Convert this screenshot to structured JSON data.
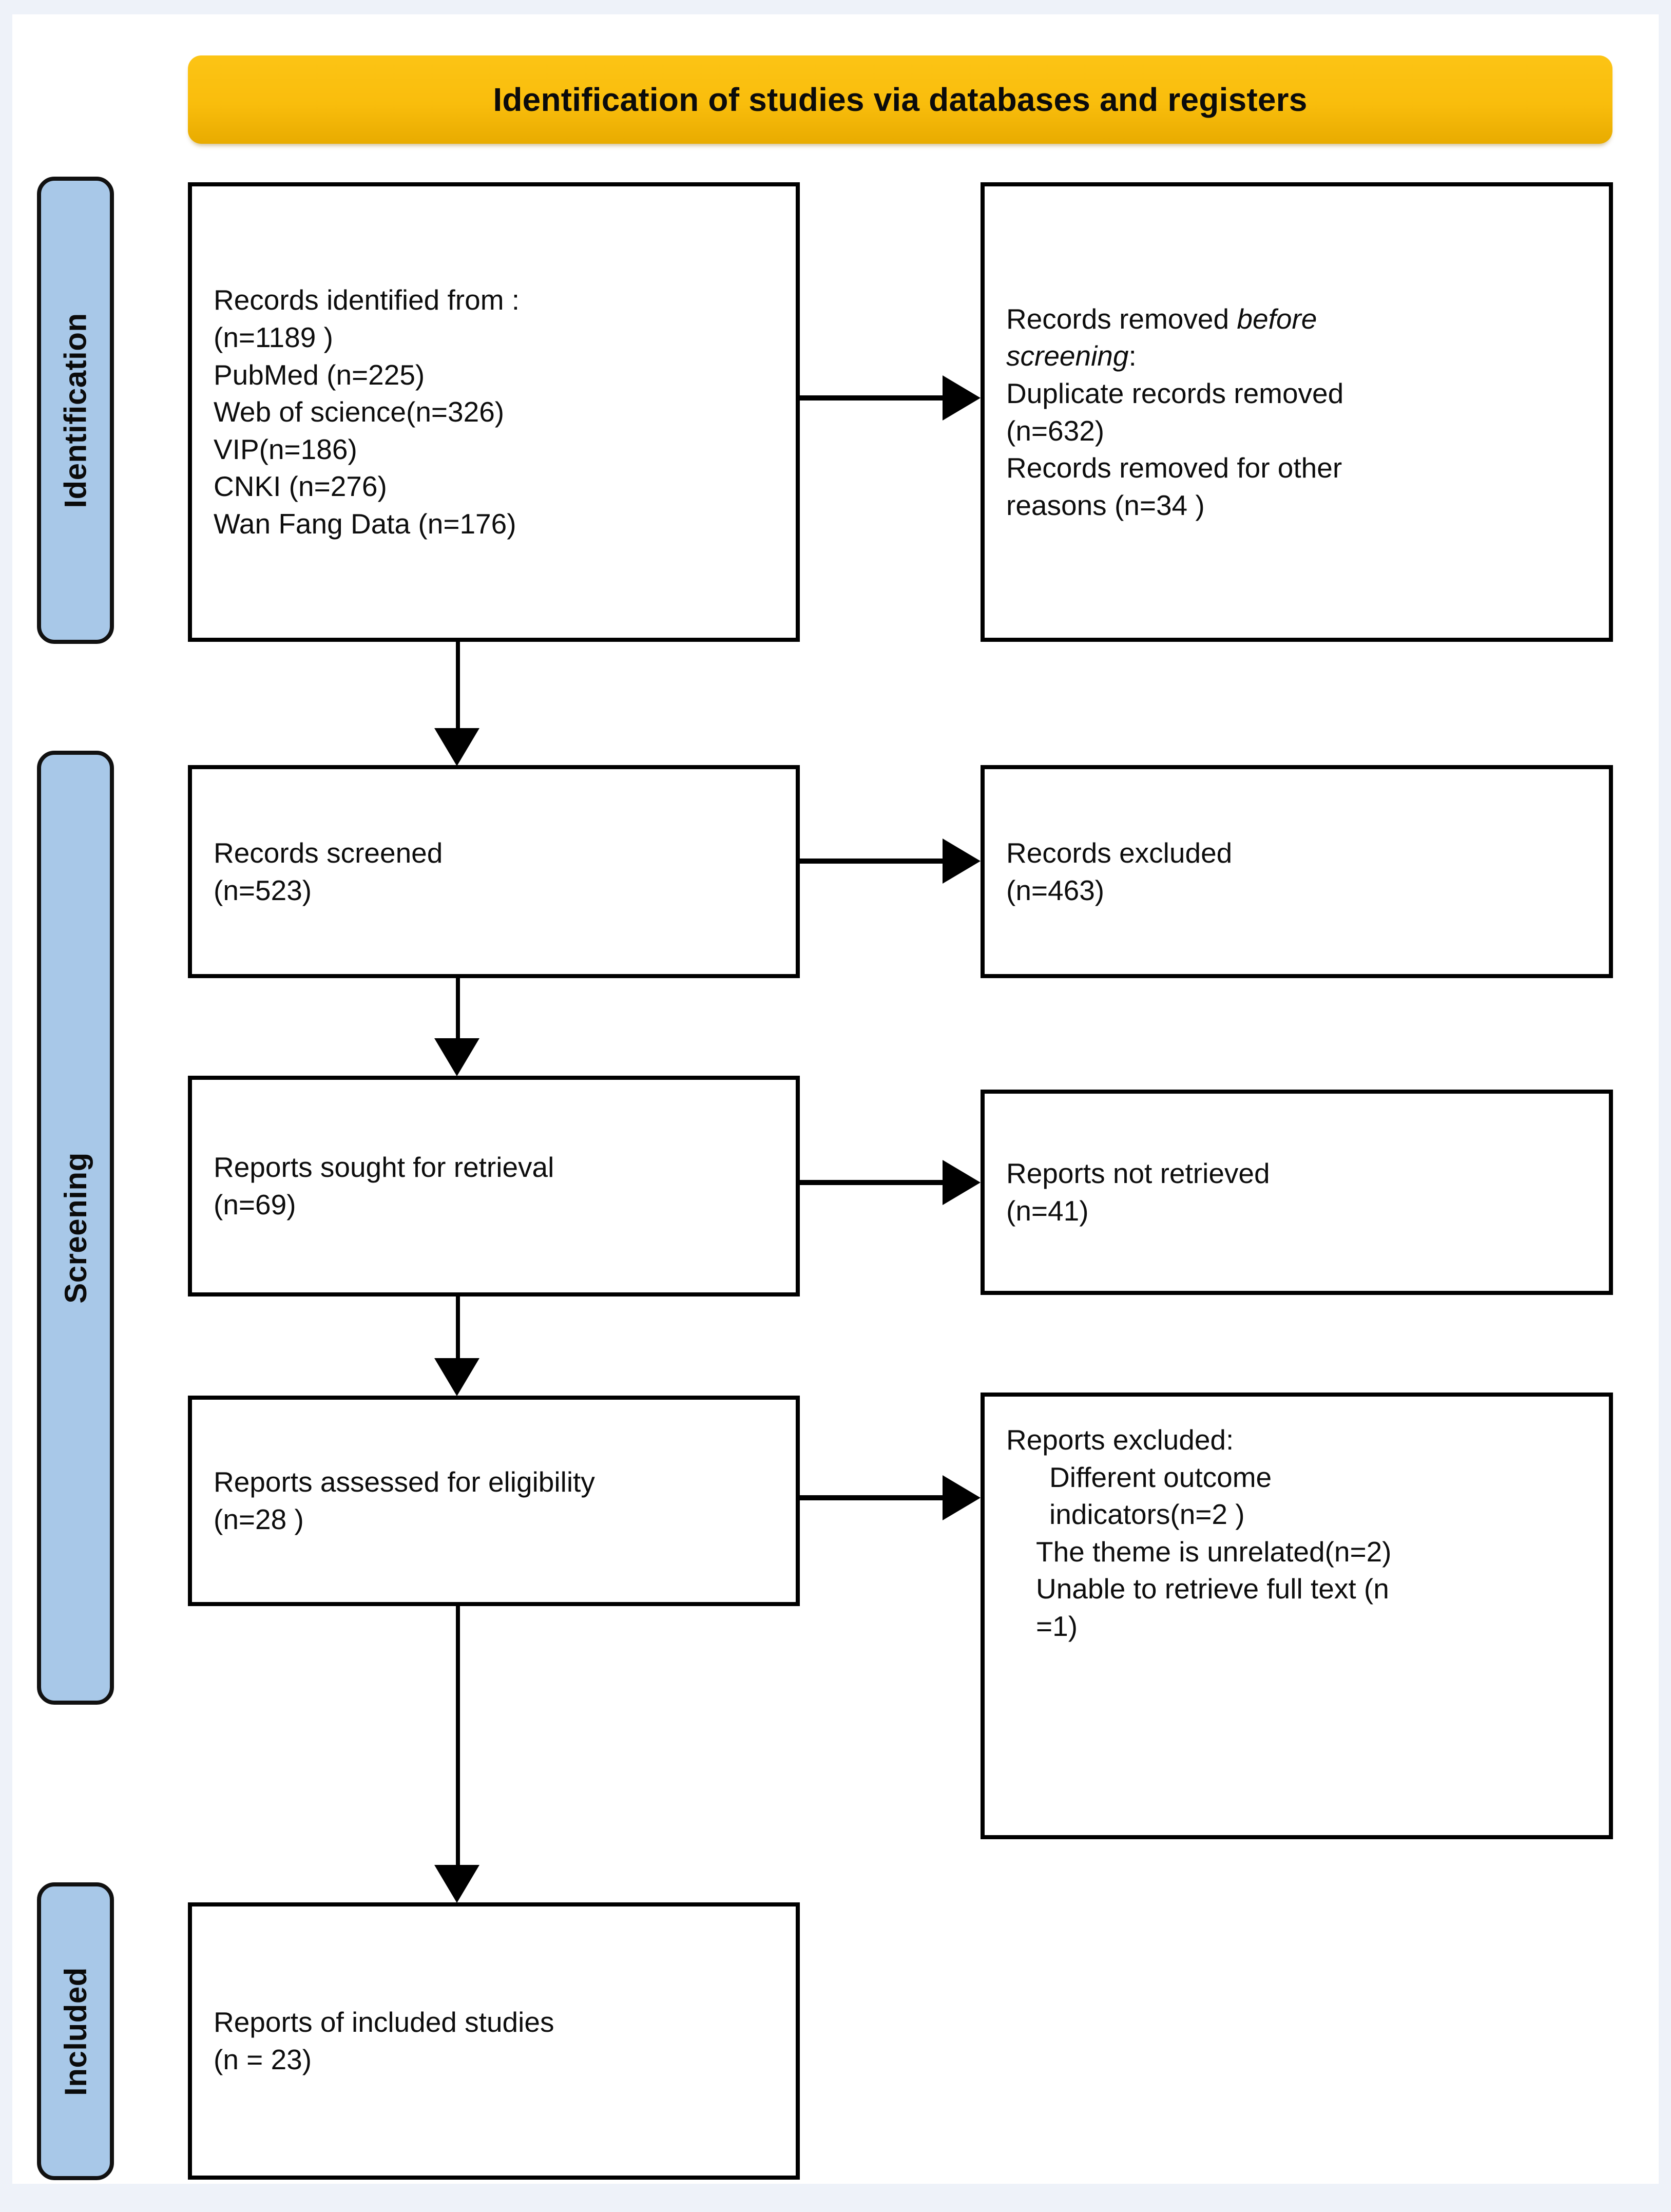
{
  "banner": {
    "title": "Identification of studies via databases and registers"
  },
  "phases": [
    {
      "key": "identification",
      "label": "Identification"
    },
    {
      "key": "screening",
      "label": "Screening"
    },
    {
      "key": "included",
      "label": "Included"
    }
  ],
  "boxes": {
    "identified": {
      "line1": "Records identified from :",
      "line2": "(n=1189 )",
      "line3": "PubMed (n=225)",
      "line4": "Web of science(n=326)",
      "line5": "VIP(n=186)",
      "line6": "CNKI (n=276)",
      "line7": "Wan Fang Data (n=176)"
    },
    "removed": {
      "line1a": "Records removed ",
      "line1b": "before",
      "line2a": "screening",
      "line2b": ":",
      "line3": "Duplicate records removed",
      "line4": "(n=632)",
      "line5": "Records removed for other",
      "line6": "reasons (n=34 )"
    },
    "screened": {
      "line1": "Records screened",
      "line2": "(n=523)"
    },
    "excluded": {
      "line1": "Records excluded",
      "line2": "(n=463)"
    },
    "sought": {
      "line1": "Reports sought for retrieval",
      "line2": "(n=69)"
    },
    "not_retrieved": {
      "line1": "Reports not retrieved",
      "line2": "(n=41)"
    },
    "eligibility": {
      "line1": "Reports assessed for eligibility",
      "line2": "(n=28 )"
    },
    "reports_excluded": {
      "line1": "Reports excluded:",
      "line2": "Different outcome",
      "line3": "indicators(n=2 )",
      "line4": "The theme is unrelated(n=2)",
      "line5": "Unable to retrieve full text (n",
      "line6": "=1)"
    },
    "included": {
      "line1": "Reports of included studies",
      "line2": "(n = 23)"
    }
  },
  "colors": {
    "banner": "#f9bd0c",
    "phase_bar": "#a8c8e8",
    "box_border": "#000000",
    "page_margin": "#eef2f9"
  }
}
